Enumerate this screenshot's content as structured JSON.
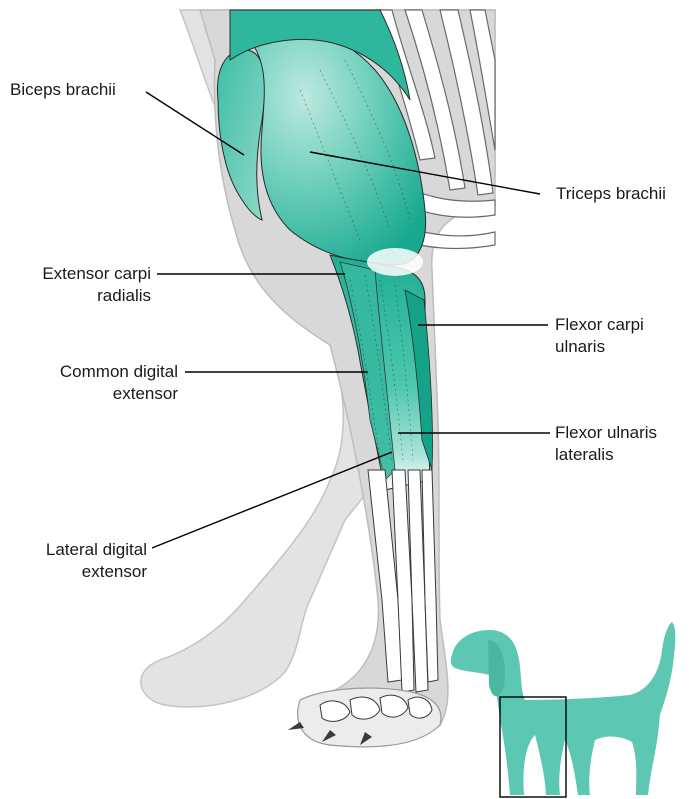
{
  "labels": {
    "biceps": {
      "line1": "Biceps brachii"
    },
    "triceps": {
      "line1": "Triceps brachii"
    },
    "ecr": {
      "line1": "Extensor carpi",
      "line2": "radialis"
    },
    "fcu": {
      "line1": "Flexor carpi",
      "line2": "ulnaris"
    },
    "cde": {
      "line1": "Common digital",
      "line2": "extensor"
    },
    "ful": {
      "line1": "Flexor ulnaris",
      "line2": "lateralis"
    },
    "lde": {
      "line1": "Lateral digital",
      "line2": "extensor"
    }
  },
  "colors": {
    "muscle": "#3dbfa6",
    "muscle_dark": "#17a88e",
    "muscle_light": "#9fe0d2",
    "limb_outline": "#d9d9d9",
    "bone": "#ffffff",
    "dog_silhouette": "#5cc7b2",
    "leader_line": "#000000"
  }
}
